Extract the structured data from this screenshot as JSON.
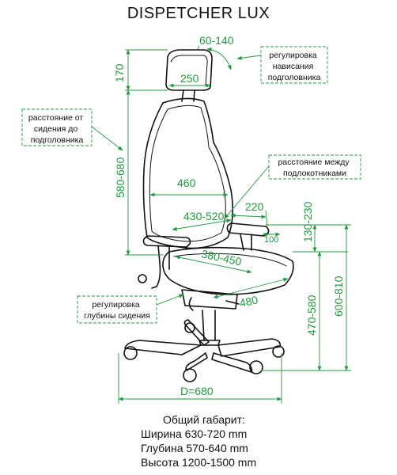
{
  "title": "DISPETCHER LUX",
  "dimensions": {
    "head_tilt": "60-140",
    "head_width": "250",
    "head_height": "170",
    "seat_to_head": "580-680",
    "back_width": "460",
    "armrest_distance": "430-520",
    "armrest_length": "220",
    "armrest_width": "100",
    "armrest_height": "130-230",
    "seat_width": "380-450",
    "seat_depth": "480",
    "seat_height": "470-580",
    "total_height": "600-810",
    "base_diameter": "D=680"
  },
  "callouts": {
    "headrest_tilt": [
      "регулировка",
      "нависания",
      "подголовника"
    ],
    "seat_to_head": [
      "расстояние от",
      "сидения до",
      "подголовника"
    ],
    "armrest_distance": [
      "расстояние между",
      "подлокотниками"
    ],
    "seat_depth_adj": [
      "регулировка",
      "глубины сидения"
    ]
  },
  "summary": {
    "heading": "Общий габарит:",
    "width": "Ширина 630-720 mm",
    "depth": "Глубина 570-640 mm",
    "height": "Высота 1200-1500 mm"
  },
  "colors": {
    "accent": "#1f9a3e",
    "line": "#111111"
  }
}
